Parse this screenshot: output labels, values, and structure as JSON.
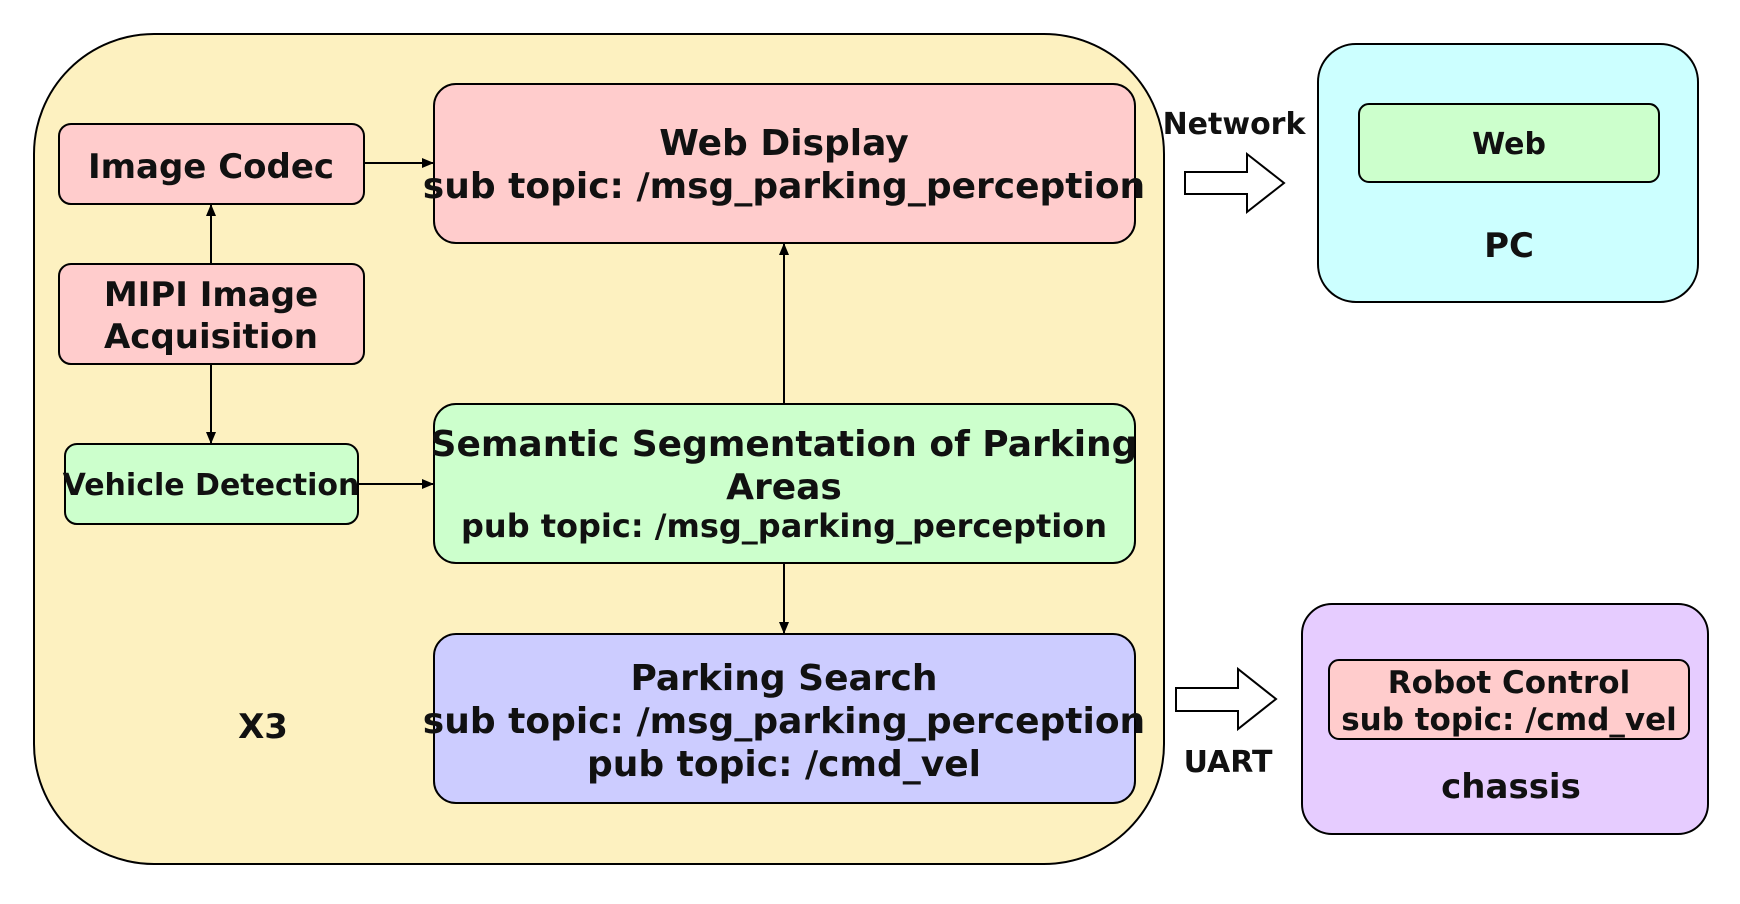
{
  "colors": {
    "x3_fill": "#fdf1c0",
    "red_fill": "#ffcccc",
    "green_fill": "#ccffcc",
    "blue_fill": "#ccccff",
    "cyan_fill": "#ccffff",
    "purple_fill": "#e6ccff",
    "stroke": "#000000"
  },
  "x3": {
    "label": "X3"
  },
  "image_codec": {
    "label": "Image Codec"
  },
  "mipi": {
    "line1": "MIPI Image",
    "line2": "Acquisition"
  },
  "vehicle_detection": {
    "label": "Vehicle Detection"
  },
  "web_display": {
    "title": "Web Display",
    "sub": "sub topic: /msg_parking_perception"
  },
  "segmentation": {
    "title_line1": "Semantic Segmentation of Parking",
    "title_line2": "Areas",
    "pub": "pub topic: /msg_parking_perception"
  },
  "parking_search": {
    "title": "Parking Search",
    "sub": "sub topic: /msg_parking_perception",
    "pub": "pub topic: /cmd_vel"
  },
  "network": {
    "label": "Network"
  },
  "uart": {
    "label": "UART"
  },
  "pc": {
    "label": "PC",
    "web_label": "Web"
  },
  "chassis": {
    "label": "chassis",
    "robot_line1": "Robot Control",
    "robot_line2": "sub topic: /cmd_vel"
  }
}
